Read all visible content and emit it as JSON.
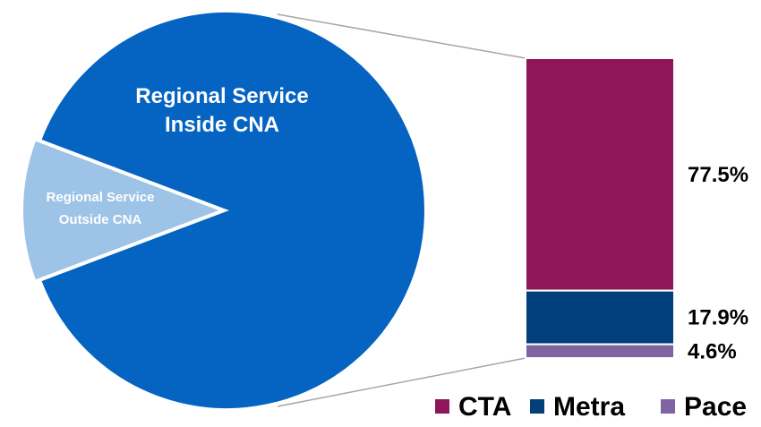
{
  "chart_data": [
    {
      "type": "pie",
      "slices": [
        {
          "label_lines": [
            "Regional Service",
            "Inside CNA"
          ],
          "value": 88.5,
          "color": "#0563C1"
        },
        {
          "label_lines": [
            "Regional Service",
            "Outside CNA"
          ],
          "value": 11.5,
          "color": "#9DC3E6"
        }
      ]
    },
    {
      "type": "bar",
      "stacked": true,
      "categories": [
        "Regional Service Inside CNA"
      ],
      "series": [
        {
          "name": "CTA",
          "value": 77.5,
          "data_label": "77.5%",
          "color": "#8E1659"
        },
        {
          "name": "Metra",
          "value": 17.9,
          "data_label": "17.9%",
          "color": "#033F7A"
        },
        {
          "name": "Pace",
          "value": 4.6,
          "data_label": "4.6%",
          "color": "#8064A2"
        }
      ],
      "ylim": [
        0,
        100
      ],
      "legend_position": "bottom"
    }
  ]
}
